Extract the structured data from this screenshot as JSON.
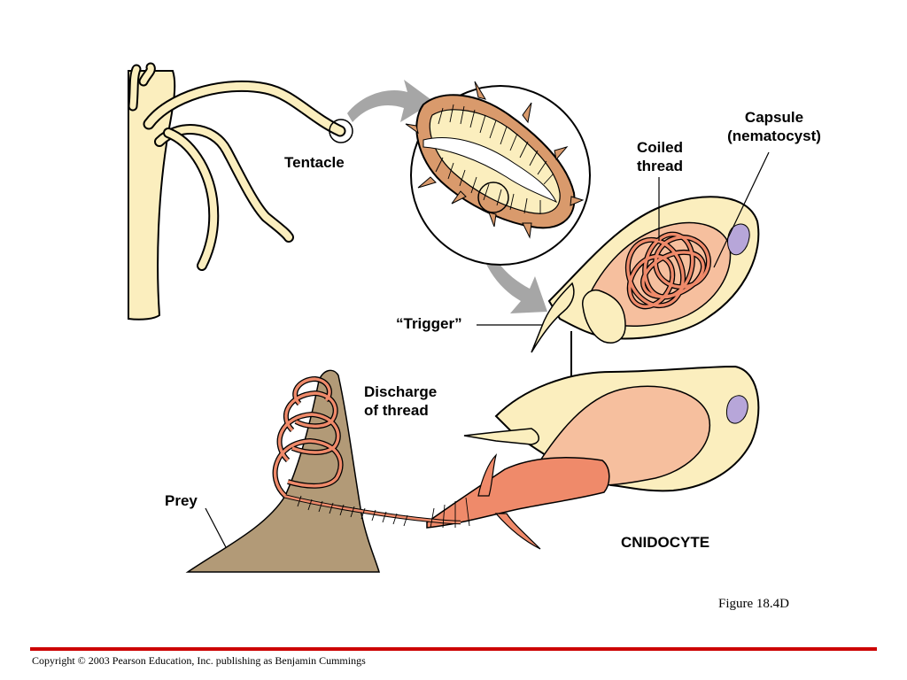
{
  "labels": {
    "tentacle": "Tentacle",
    "capsule_line1": "Capsule",
    "capsule_line2": "(nematocyst)",
    "coiled_line1": "Coiled",
    "coiled_line2": "thread",
    "trigger": "“Trigger”",
    "discharge_line1": "Discharge",
    "discharge_line2": "of thread",
    "prey": "Prey",
    "cnidocyte": "CNIDOCYTE"
  },
  "figure_caption": "Figure 18.4D",
  "copyright": "Copyright © 2003 Pearson Education, Inc. publishing as Benjamin Cummings",
  "colors": {
    "cell": "#fbeebe",
    "cell_outline": "#000000",
    "thread": "#ef8a6a",
    "capsule_fill": "#f6bf9e",
    "prey": "#b29a77",
    "nucleus": "#b7a6d9",
    "tentacle_tissue": "#d99a6c",
    "arrow": "#a6a6a6",
    "footer_rule": "#cc0000"
  }
}
